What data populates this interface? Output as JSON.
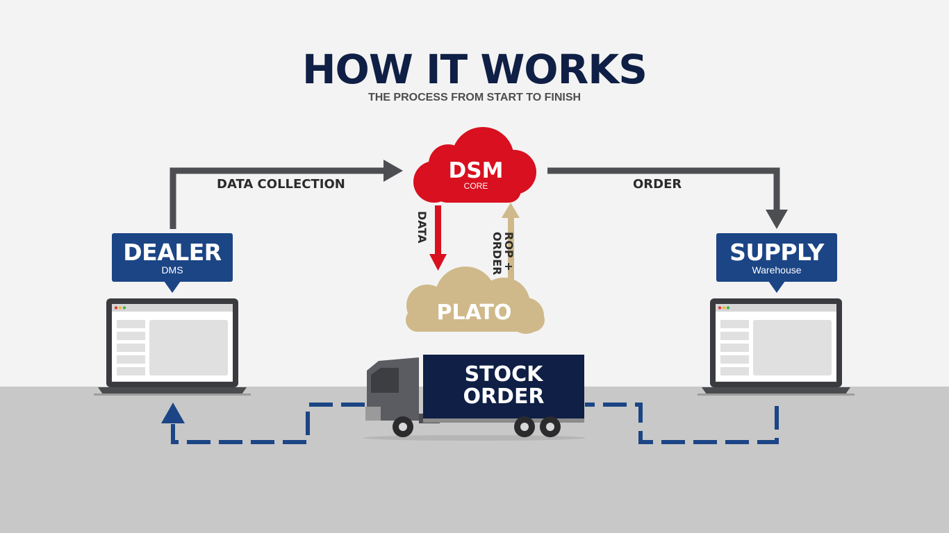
{
  "header": {
    "title": "HOW IT WORKS",
    "subtitle": "THE PROCESS FROM START TO FINISH"
  },
  "flows": {
    "data_collection": "DATA COLLECTION",
    "order": "ORDER",
    "data": "DATA",
    "rop_line1": "ROP +",
    "rop_line2": "ORDER"
  },
  "nodes": {
    "dsm": {
      "title": "DSM",
      "subtitle": "CORE"
    },
    "plato": {
      "title": "PLATO"
    },
    "dealer": {
      "title": "DEALER",
      "subtitle": "DMS"
    },
    "supply": {
      "title": "SUPPLY",
      "subtitle": "Warehouse"
    },
    "stock_order": {
      "line1": "STOCK",
      "line2": "ORDER"
    }
  },
  "colors": {
    "navy": "#0f1f45",
    "blue": "#1b4585",
    "red": "#d8101f",
    "tan": "#cfb98a",
    "arrow_gray": "#4d4e52",
    "floor": "#c8c8c8"
  },
  "icons": [
    "laptop-icon",
    "truck-icon",
    "cloud-icon",
    "arrow-icon"
  ]
}
